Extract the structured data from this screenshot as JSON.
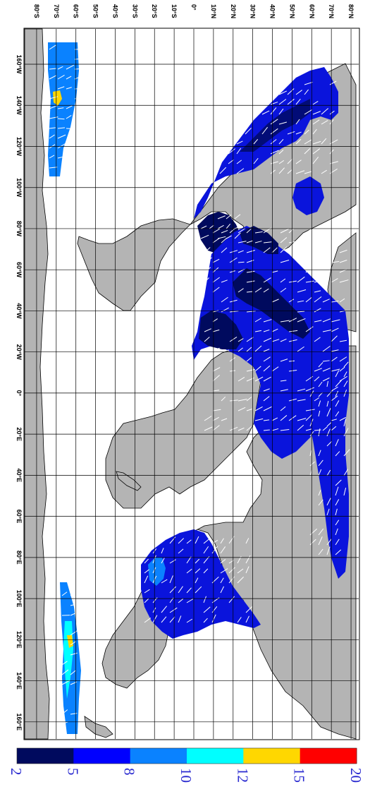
{
  "map": {
    "orientation": "rotated 90 degrees clockwise",
    "land_color": "#b4b4b4",
    "ocean_color": "#ffffff",
    "grid": true,
    "lat_labels": [
      "80°S",
      "70°S",
      "60°S",
      "50°S",
      "40°S",
      "30°S",
      "20°S",
      "10°S",
      "0°",
      "10°N",
      "20°N",
      "30°N",
      "40°N",
      "50°N",
      "60°N",
      "70°N",
      "80°N"
    ],
    "lon_labels": [
      "160°W",
      "140°W",
      "120°W",
      "100°W",
      "80°W",
      "60°W",
      "40°W",
      "20°W",
      "0°",
      "20°E",
      "40°E",
      "60°E",
      "80°E",
      "100°E",
      "120°E",
      "140°E",
      "160°E"
    ],
    "overlay_regions": [
      "North Pacific",
      "North Atlantic",
      "Indian Ocean / Arabian Sea",
      "Southern Ocean (Pacific sector)",
      "Southern Ocean (Australian sector)"
    ],
    "vector_color": "#ffffff"
  },
  "colorbar": {
    "labels": [
      "2",
      "5",
      "8",
      "10",
      "12",
      "15",
      "20"
    ],
    "colors": [
      "#000a5e",
      "#0000ff",
      "#0a82ff",
      "#00ffff",
      "#ffd700",
      "#ff0000"
    ]
  }
}
